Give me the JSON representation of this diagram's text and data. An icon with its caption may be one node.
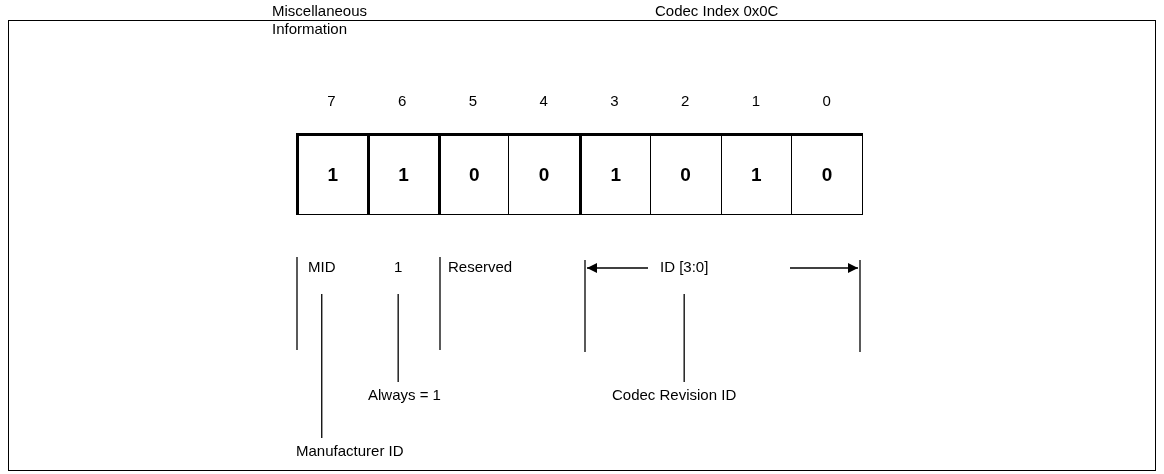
{
  "diagram": {
    "nodes": [
      {
        "text": [
          "MID"
        ]
      },
      {
        "text": [
          "1"
        ]
      },
      {
        "text": [
          "Reserved"
        ]
      },
      {
        "text": [
          "ID [3:0]"
        ]
      },
      {
        "text": [
          "Manufacturer ID"
        ]
      },
      {
        "text": [
          "Always = 1"
        ]
      },
      {
        "text": [
          "Codec Revision ID"
        ]
      }
    ],
    "edges": [
      {
        "from": 4,
        "to": 0,
        "arrow": "none"
      },
      {
        "from": 5,
        "to": 1,
        "arrow": "none"
      },
      {
        "from": 6,
        "to": 3,
        "arrow": "none"
      }
    ],
    "labels": [
      "Miscellaneous Information",
      "Codec Index 0x0C",
      "7",
      "6",
      "5",
      "4",
      "3",
      "2",
      "1",
      "0",
      "1",
      "1",
      "0",
      "0",
      "1",
      "0",
      "1",
      "0"
    ]
  }
}
